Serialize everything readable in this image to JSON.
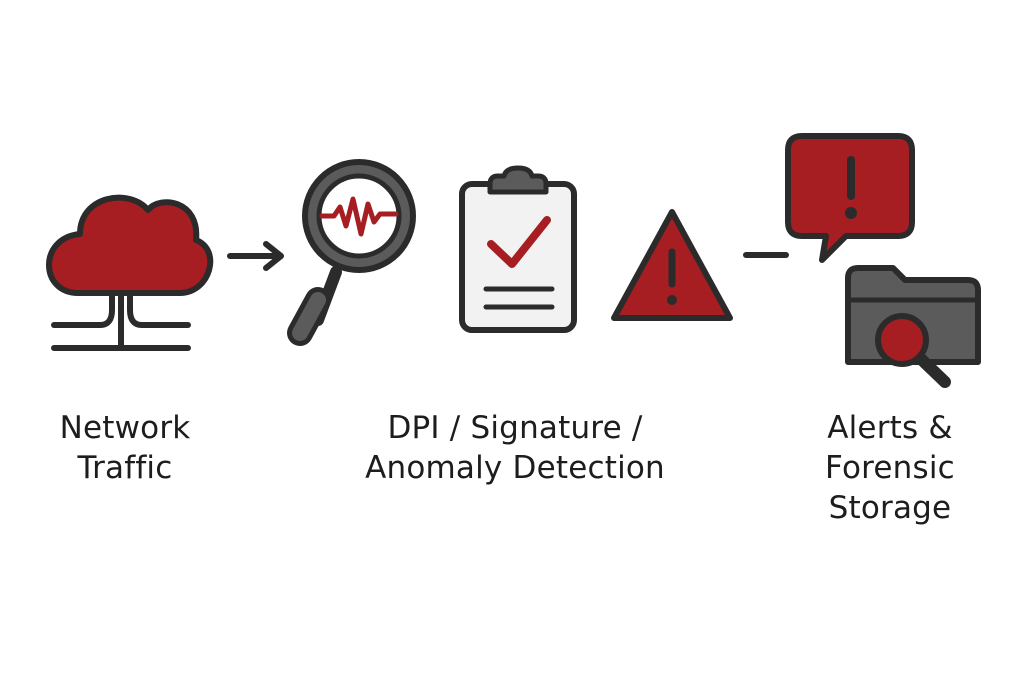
{
  "colors": {
    "accent": "#a61e22",
    "outline": "#2b2b2b",
    "gray_fill": "#5b5b5b",
    "light_fill": "#f2f2f2"
  },
  "stages": [
    {
      "icons": [
        "cloud-icon",
        "network-wires-icon"
      ],
      "label_lines": [
        "Network",
        "Traffic"
      ]
    },
    {
      "icons": [
        "magnifier-waveform-icon",
        "clipboard-check-icon",
        "warning-triangle-icon"
      ],
      "label_lines": [
        "DPI / Signature /",
        "Anomaly Detection"
      ]
    },
    {
      "icons": [
        "alert-speech-bubble-icon",
        "folder-search-icon"
      ],
      "label_lines": [
        "Alerts &",
        "Forensic",
        "Storage"
      ]
    }
  ],
  "connectors": [
    "arrow-right-icon",
    "dash-line"
  ]
}
